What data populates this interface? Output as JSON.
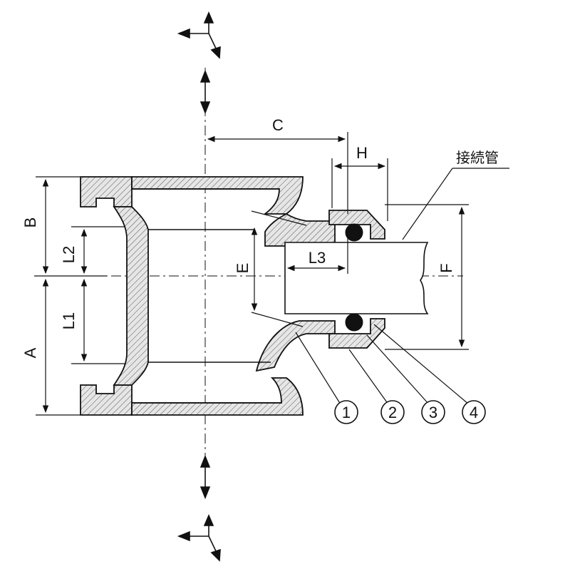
{
  "dimensions": {
    "A": "A",
    "B": "B",
    "C": "C",
    "E": "E",
    "F": "F",
    "H": "H",
    "L1": "L1",
    "L2": "L2",
    "L3": "L3"
  },
  "pipe_label": "接続管",
  "part_numbers": [
    "1",
    "2",
    "3",
    "4"
  ],
  "colors": {
    "line": "#111111",
    "hatch_fill": "#e6e6e6",
    "background": "#ffffff"
  }
}
